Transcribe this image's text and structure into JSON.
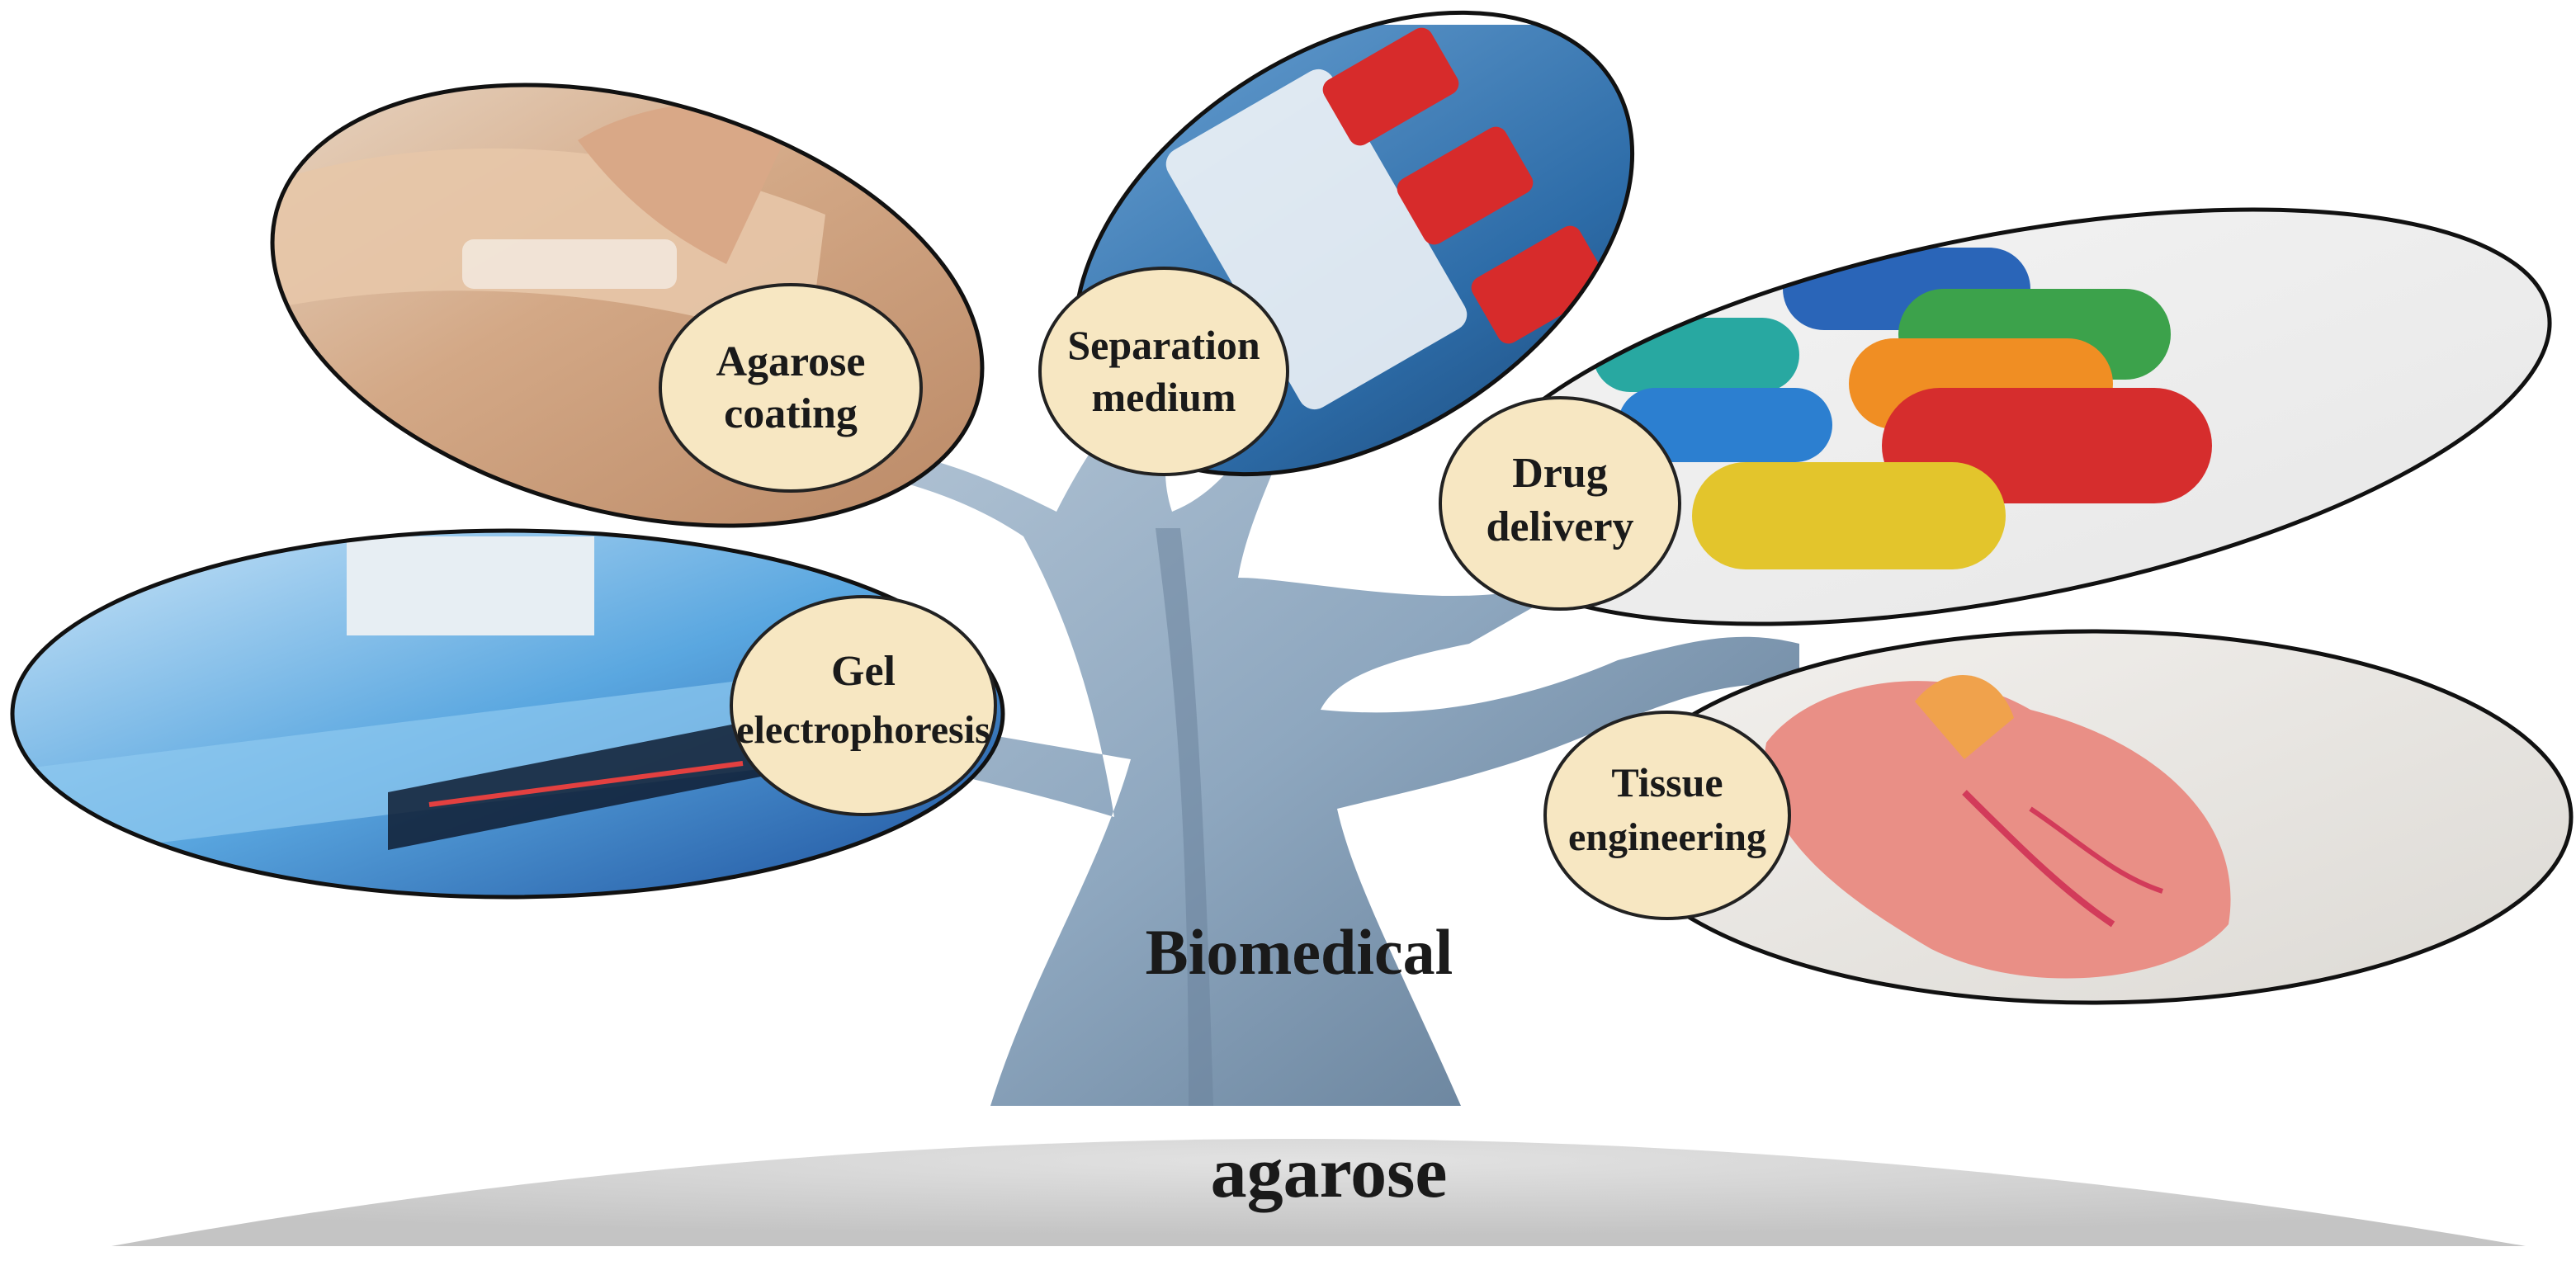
{
  "diagram": {
    "trunk_label": "Biomedical",
    "base_label": "agarose",
    "branches": [
      {
        "id": "agarose-coating",
        "lines": [
          "Agarose",
          "coating"
        ],
        "image_subject": "hand applying transparent coating on skin"
      },
      {
        "id": "separation-medium",
        "lines": [
          "Separation",
          "medium"
        ],
        "image_subject": "chromatography columns with red caps"
      },
      {
        "id": "drug-delivery",
        "lines": [
          "Drug",
          "delivery"
        ],
        "image_subject": "colorful capsules with beads"
      },
      {
        "id": "gel-electrophoresis",
        "lines": [
          "Gel",
          "electrophoresis"
        ],
        "image_subject": "gel electrophoresis chamber"
      },
      {
        "id": "tissue-engineering",
        "lines": [
          "Tissue",
          "engineering"
        ],
        "image_subject": "3D printed heart model"
      }
    ]
  },
  "colors": {
    "label_circle_fill": "#f7e7c2",
    "label_circle_stroke": "#222222",
    "tree_fill": "#8fa6bd",
    "tree_shadow": "#5f7890",
    "ground_fill": "#d4d4d4",
    "text": "#1a1a1a"
  }
}
